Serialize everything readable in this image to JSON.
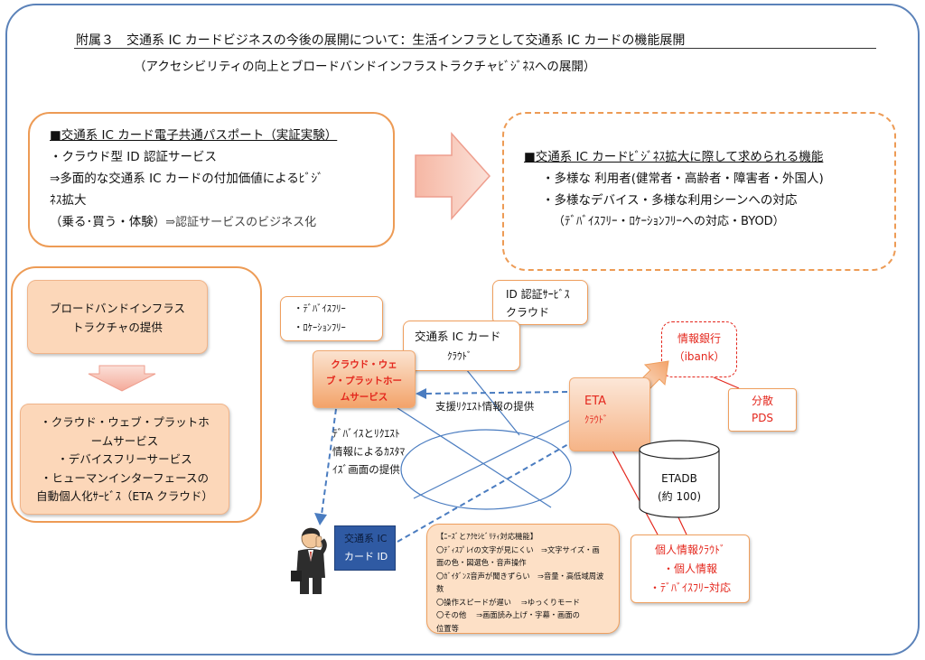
{
  "header": {
    "title": "附属３　交通系 IC カードビジネスの今後の展開について：生活インフラとして交通系 IC カードの機能展開",
    "subtitle": "（アクセシビリティの向上とブロードバンドインフラストラクチャﾋﾞｼﾞﾈｽへの展開）"
  },
  "passport_box": {
    "heading": "■交通系 IC カード電子共通パスポート（実証実験）",
    "line1": "・クラウド型 ID 認証サービス",
    "line2": "⇒多面的な交通系 IC カードの付加価値によるﾋﾞｼﾞ",
    "line3": "ﾈｽ拡大",
    "line4a": "（乗る･買う・体験）",
    "line4b": "⇒認証サービスのビジネス化"
  },
  "requirements_box": {
    "heading": "■交通系 IC カードﾋﾞｼﾞﾈｽ拡大に際して求められる機能",
    "line1": "・多様な 利用者(健常者・高齢者・障害者・外国人)",
    "line2": "・多様なデバイス・多様な利用シーンへの対応",
    "line3": "（ﾃﾞﾊﾞｲｽﾌﾘｰ・ﾛｹｰｼｮﾝﾌﾘｰへの対応・BYOD）"
  },
  "left_panel": {
    "broadband_l1": "ブロードバンドインフラス",
    "broadband_l2": "トラクチャの提供",
    "services_l1": "・クラウド・ウェブ・プラットホ",
    "services_l2": "ームサービス",
    "services_l3": "・デバイスフリーサービス",
    "services_l4": "・ヒューマンインターフェースの",
    "services_l5": "自動個人化ｻｰﾋﾞｽ（ETA クラウド）"
  },
  "diagram": {
    "device_free_l1": "・ﾃﾞﾊﾞｲｽﾌﾘｰ",
    "device_free_l2": "・ﾛｹｰｼｮﾝﾌﾘｰ",
    "id_auth_l1": "ID 認証ｻｰﾋﾞｽ",
    "id_auth_l2": "クラウド",
    "ic_cloud_l1": "交通系 IC カード",
    "ic_cloud_l2": "ｸﾗｳﾄﾞ",
    "platform_l1": "クラウド・ウェ",
    "platform_l2": "ブ・プラットホー",
    "platform_l3": "ムサービス",
    "info_bank_l1": "情報銀行",
    "info_bank_l2": "（ibank）",
    "pds_l1": "分散",
    "pds_l2": "PDS",
    "eta_l1": "ETA",
    "eta_l2": "ｸﾗｳﾄﾞ",
    "support_label": "支援ﾘｸｴｽﾄ情報の提供",
    "custom_l1": "ﾃﾞﾊﾞｲｽとﾘｸｴｽﾄ",
    "custom_l2": "情報によるｶｽﾀﾏ",
    "custom_l3": "ｲｽﾞ画面の提供",
    "db_l1": "ETADB",
    "db_l2": "(約 100)",
    "personal_l1": "個人情報ｸﾗｳﾄﾞ",
    "personal_l2": "・個人情報",
    "personal_l3": "・ﾃﾞﾊﾞｲｽﾌﾘｰ対応",
    "card_l1": "交通系 IC",
    "card_l2": "カード ID"
  },
  "needs_box": {
    "heading": "【ﾆｰｽﾞとｱｸｾｼﾋﾞﾘﾃｨ対応機能】",
    "line1": "〇ﾃﾞｨｽﾌﾟﾚｲの文字が見にくい　⇒文字サイズ・画",
    "line2": "面の色・図選色・音声操作",
    "line3": "〇ｶﾞｲﾀﾞﾝｽ音声が聞きずらい　⇒音量・高低域周波",
    "line4": "数",
    "line5": "〇操作スピードが遅い　 ⇒ゆっくりモード",
    "line6": "〇その他　 ⇒画面読み上げ・字幕・画面の",
    "line7": "位置等"
  },
  "colors": {
    "orange_border": "#ed9b55",
    "peach_fill": "#fcd7b9",
    "accent_red": "#e4271d",
    "blue_dashed": "#4a7cc0",
    "card_blue": "#2f5aa3",
    "frame_blue": "#5b82b9"
  }
}
